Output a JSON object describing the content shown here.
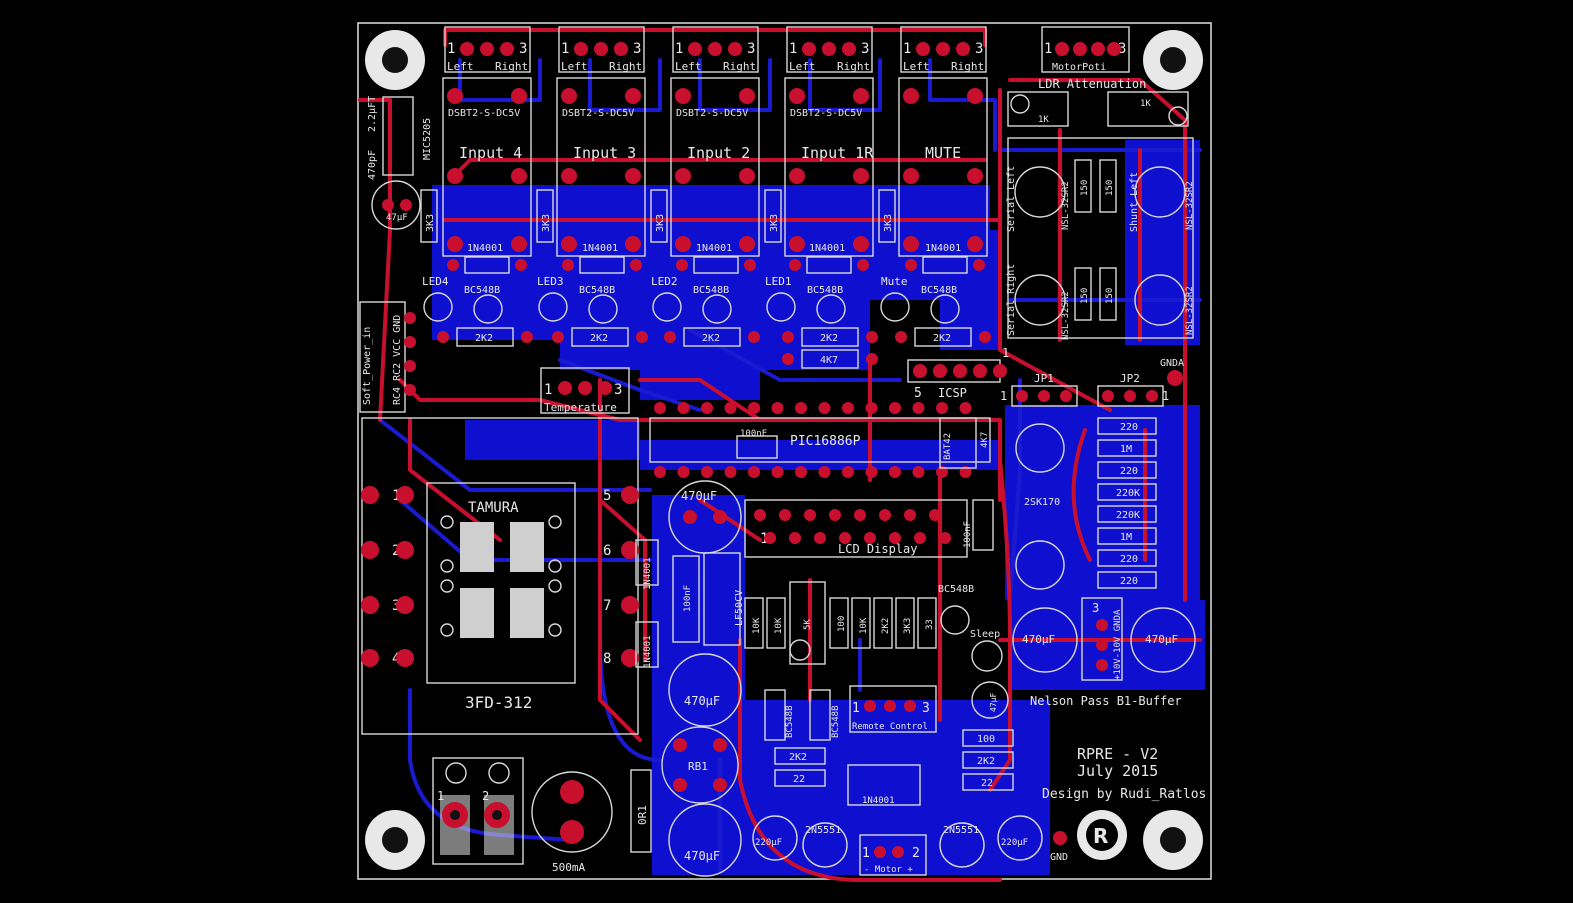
{
  "board": {
    "title": "RPRE - V2",
    "date": "July 2015",
    "designer": "Design by Rudi_Ratlos",
    "colors": {
      "background": "#000000",
      "top_copper": "#c8102e",
      "bottom_copper": "#1a1ad0",
      "silkscreen": "#e8e8e8"
    }
  },
  "labels": {
    "input4": "Input 4",
    "input3": "Input 3",
    "input2": "Input 2",
    "input1": "Input 1R",
    "mute": "MUTE",
    "relay": "DSBT2-S-DC5V",
    "diode": "1N4001",
    "r3k3": "3K3",
    "led4": "LED4",
    "led3": "LED3",
    "led2": "LED2",
    "led1": "LED1",
    "ledmute": "Mute",
    "bc548b": "BC548B",
    "r2k2": "2K2",
    "r4k7": "4K7",
    "conn_left": "Left",
    "conn_right": "Right",
    "motorpoti": "MotorPoti",
    "ldr": "LDR Attenuation",
    "pot1k": "1K",
    "serial_left": "Serial Left",
    "shunt_left": "Shunt Left",
    "serial_right": "Serial Right",
    "nsl": "NSL-32SR2",
    "r150": "150",
    "softpower": "Soft_Power_in",
    "softpower_pins": "RC4 RC2 VCC GND",
    "temperature": "Temperature",
    "cap100n": "100nF",
    "pic": "PIC16886P",
    "icsp": "ICSP",
    "bat42": "BAT42",
    "jp1": "JP1",
    "jp2": "JP2",
    "r220": "220",
    "r1m": "1M",
    "r220k": "220K",
    "sk170": "2SK170",
    "tamura": "TAMURA",
    "transformer": "3FD-312",
    "cap470": "470µF",
    "cap47": "47µF",
    "cap220": "220µF",
    "cap2u2": "2.2µFT",
    "cap470p": "470pF",
    "mic": "MIC5205",
    "lcd": "LCD Display",
    "lf50": "LF50CV",
    "r10k": "10K",
    "r5k": "5K",
    "r100": "100",
    "r33": "33",
    "r22": "22",
    "sleep": "Sleep",
    "remote": "Remote Control",
    "rb1": "RB1",
    "or1": "0R1",
    "fuse": "500mA",
    "n5551": "2N5551",
    "motor": "- Motor +",
    "gnd": "GND",
    "gnda": "GNDA",
    "b1buffer": "Nelson Pass B1-Buffer",
    "b1pins": "+10V-10V GNDA",
    "n1": "1",
    "n2": "2",
    "n3": "3",
    "n4": "4",
    "n5": "5",
    "n6": "6",
    "n7": "7",
    "n8": "8",
    "logo": "R"
  }
}
